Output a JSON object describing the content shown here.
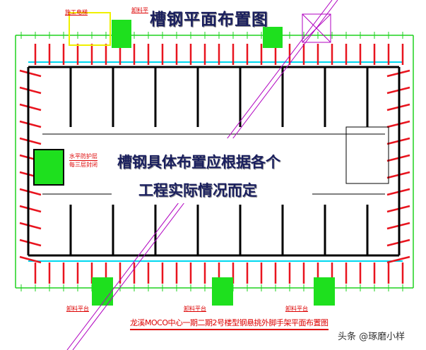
{
  "title": "槽钢平面布置图",
  "overlay": {
    "line1": "槽钢具体布置应根据各个",
    "line2": "工程实际情况而定"
  },
  "labels": {
    "elevator": "施工电梯",
    "platform_top": "卸料平",
    "platform_bottom_1": "卸料平台",
    "platform_bottom_2": "卸料平台",
    "platform_bottom_3": "卸料平台",
    "protection_1": "水平防护层",
    "protection_2": "每三层封闭"
  },
  "bottom_title": "龙溪MOCO中心一期二期2号楼型钢悬挑外脚手架平面布置图",
  "watermark": "头条 @琢磨小样",
  "colors": {
    "beam": "#e8141e",
    "dimension": "#1ed21e",
    "wall": "#000000",
    "title": "#1a1f5e",
    "diagonal": "#b000c0",
    "platform": "#00e000",
    "elevator": "#f0f000",
    "cyan": "#00d8f0"
  }
}
